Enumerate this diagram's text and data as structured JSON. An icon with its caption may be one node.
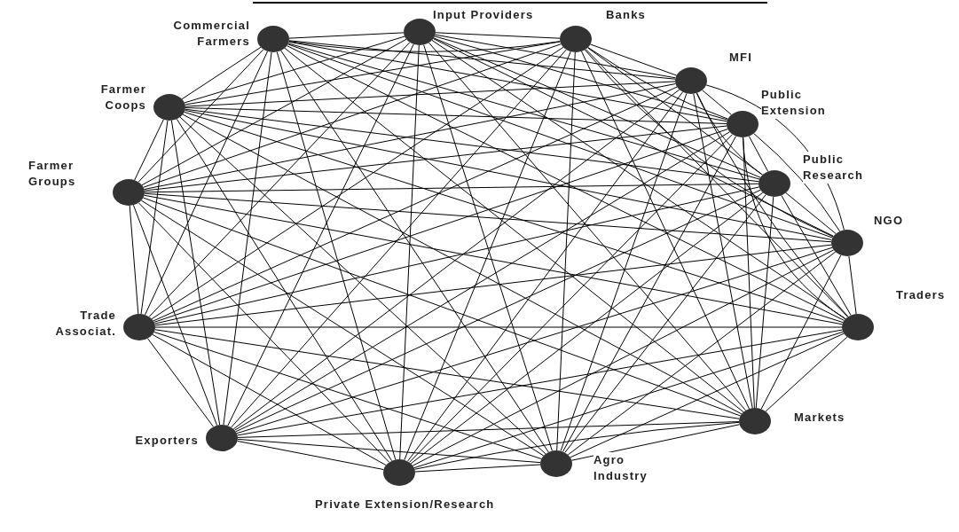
{
  "diagram": {
    "nodes": [
      {
        "text": [],
        "shape": "circle",
        "beside": [
          "Commercial Farmers"
        ]
      },
      {
        "text": [],
        "shape": "circle",
        "beside": [
          "Input Providers"
        ]
      },
      {
        "text": [],
        "shape": "circle",
        "beside": [
          "Banks"
        ]
      },
      {
        "text": [],
        "shape": "circle",
        "beside": [
          "MFI"
        ]
      },
      {
        "text": [],
        "shape": "circle",
        "beside": [
          "Public Extension"
        ]
      },
      {
        "text": [],
        "shape": "circle",
        "beside": [
          "Public Research"
        ]
      },
      {
        "text": [],
        "shape": "circle",
        "beside": [
          "NGO"
        ]
      },
      {
        "text": [],
        "shape": "circle",
        "beside": [
          "Traders"
        ]
      },
      {
        "text": [],
        "shape": "circle",
        "beside": [
          "Markets"
        ]
      },
      {
        "text": [],
        "shape": "circle",
        "beside": [
          "Agro Industry"
        ]
      },
      {
        "text": [],
        "shape": "circle",
        "beside": [
          "Private Extension/Research"
        ]
      },
      {
        "text": [],
        "shape": "circle",
        "beside": [
          "Exporters"
        ]
      },
      {
        "text": [],
        "shape": "circle",
        "beside": [
          "Trade Associat."
        ]
      },
      {
        "text": [],
        "shape": "circle",
        "beside": [
          "Farmer Groups"
        ]
      },
      {
        "text": [],
        "shape": "circle",
        "beside": [
          "Farmer Coops"
        ]
      }
    ],
    "edges": [
      {
        "from": 0,
        "to": 1,
        "arrow": "none"
      },
      {
        "from": 0,
        "to": 2,
        "arrow": "none"
      },
      {
        "from": 0,
        "to": 3,
        "arrow": "none"
      },
      {
        "from": 0,
        "to": 4,
        "arrow": "none"
      },
      {
        "from": 0,
        "to": 5,
        "arrow": "none"
      },
      {
        "from": 0,
        "to": 6,
        "arrow": "none"
      },
      {
        "from": 0,
        "to": 7,
        "arrow": "none"
      },
      {
        "from": 0,
        "to": 8,
        "arrow": "none"
      },
      {
        "from": 0,
        "to": 9,
        "arrow": "none"
      },
      {
        "from": 0,
        "to": 10,
        "arrow": "none"
      },
      {
        "from": 0,
        "to": 11,
        "arrow": "none"
      },
      {
        "from": 0,
        "to": 12,
        "arrow": "none"
      },
      {
        "from": 0,
        "to": 13,
        "arrow": "none"
      },
      {
        "from": 0,
        "to": 14,
        "arrow": "none"
      },
      {
        "from": 1,
        "to": 2,
        "arrow": "none"
      },
      {
        "from": 1,
        "to": 3,
        "arrow": "none"
      },
      {
        "from": 1,
        "to": 4,
        "arrow": "none"
      },
      {
        "from": 1,
        "to": 5,
        "arrow": "none"
      },
      {
        "from": 1,
        "to": 6,
        "arrow": "none"
      },
      {
        "from": 1,
        "to": 7,
        "arrow": "none"
      },
      {
        "from": 1,
        "to": 8,
        "arrow": "none"
      },
      {
        "from": 1,
        "to": 9,
        "arrow": "none"
      },
      {
        "from": 1,
        "to": 10,
        "arrow": "none"
      },
      {
        "from": 1,
        "to": 11,
        "arrow": "none"
      },
      {
        "from": 1,
        "to": 12,
        "arrow": "none"
      },
      {
        "from": 1,
        "to": 13,
        "arrow": "none"
      },
      {
        "from": 1,
        "to": 14,
        "arrow": "none"
      },
      {
        "from": 2,
        "to": 3,
        "arrow": "none"
      },
      {
        "from": 2,
        "to": 4,
        "arrow": "none"
      },
      {
        "from": 2,
        "to": 5,
        "arrow": "none"
      },
      {
        "from": 2,
        "to": 6,
        "arrow": "none"
      },
      {
        "from": 2,
        "to": 7,
        "arrow": "none"
      },
      {
        "from": 2,
        "to": 8,
        "arrow": "none"
      },
      {
        "from": 2,
        "to": 9,
        "arrow": "none"
      },
      {
        "from": 2,
        "to": 10,
        "arrow": "none"
      },
      {
        "from": 2,
        "to": 11,
        "arrow": "none"
      },
      {
        "from": 2,
        "to": 12,
        "arrow": "none"
      },
      {
        "from": 2,
        "to": 13,
        "arrow": "none"
      },
      {
        "from": 2,
        "to": 14,
        "arrow": "none"
      },
      {
        "from": 3,
        "to": 4,
        "arrow": "none"
      },
      {
        "from": 3,
        "to": 5,
        "arrow": "none"
      },
      {
        "from": 3,
        "to": 6,
        "arrow": "none"
      },
      {
        "from": 3,
        "to": 7,
        "arrow": "none"
      },
      {
        "from": 3,
        "to": 8,
        "arrow": "none"
      },
      {
        "from": 3,
        "to": 9,
        "arrow": "none"
      },
      {
        "from": 3,
        "to": 10,
        "arrow": "none"
      },
      {
        "from": 3,
        "to": 11,
        "arrow": "none"
      },
      {
        "from": 3,
        "to": 12,
        "arrow": "none"
      },
      {
        "from": 3,
        "to": 13,
        "arrow": "none"
      },
      {
        "from": 3,
        "to": 14,
        "arrow": "none"
      },
      {
        "from": 4,
        "to": 5,
        "arrow": "none"
      },
      {
        "from": 4,
        "to": 6,
        "arrow": "none"
      },
      {
        "from": 4,
        "to": 7,
        "arrow": "none"
      },
      {
        "from": 4,
        "to": 8,
        "arrow": "none"
      },
      {
        "from": 4,
        "to": 9,
        "arrow": "none"
      },
      {
        "from": 4,
        "to": 10,
        "arrow": "none"
      },
      {
        "from": 4,
        "to": 11,
        "arrow": "none"
      },
      {
        "from": 4,
        "to": 12,
        "arrow": "none"
      },
      {
        "from": 4,
        "to": 13,
        "arrow": "none"
      },
      {
        "from": 4,
        "to": 14,
        "arrow": "none"
      },
      {
        "from": 5,
        "to": 6,
        "arrow": "none"
      },
      {
        "from": 5,
        "to": 7,
        "arrow": "none"
      },
      {
        "from": 5,
        "to": 8,
        "arrow": "none"
      },
      {
        "from": 5,
        "to": 9,
        "arrow": "none"
      },
      {
        "from": 5,
        "to": 10,
        "arrow": "none"
      },
      {
        "from": 5,
        "to": 11,
        "arrow": "none"
      },
      {
        "from": 5,
        "to": 12,
        "arrow": "none"
      },
      {
        "from": 5,
        "to": 13,
        "arrow": "none"
      },
      {
        "from": 5,
        "to": 14,
        "arrow": "none"
      },
      {
        "from": 6,
        "to": 7,
        "arrow": "none"
      },
      {
        "from": 6,
        "to": 8,
        "arrow": "none"
      },
      {
        "from": 6,
        "to": 9,
        "arrow": "none"
      },
      {
        "from": 6,
        "to": 10,
        "arrow": "none"
      },
      {
        "from": 6,
        "to": 11,
        "arrow": "none"
      },
      {
        "from": 6,
        "to": 12,
        "arrow": "none"
      },
      {
        "from": 6,
        "to": 13,
        "arrow": "none"
      },
      {
        "from": 6,
        "to": 14,
        "arrow": "none"
      },
      {
        "from": 7,
        "to": 8,
        "arrow": "none"
      },
      {
        "from": 7,
        "to": 9,
        "arrow": "none"
      },
      {
        "from": 7,
        "to": 10,
        "arrow": "none"
      },
      {
        "from": 7,
        "to": 11,
        "arrow": "none"
      },
      {
        "from": 7,
        "to": 12,
        "arrow": "none"
      },
      {
        "from": 7,
        "to": 13,
        "arrow": "none"
      },
      {
        "from": 7,
        "to": 14,
        "arrow": "none"
      },
      {
        "from": 8,
        "to": 9,
        "arrow": "none"
      },
      {
        "from": 8,
        "to": 10,
        "arrow": "none"
      },
      {
        "from": 8,
        "to": 11,
        "arrow": "none"
      },
      {
        "from": 8,
        "to": 12,
        "arrow": "none"
      },
      {
        "from": 8,
        "to": 13,
        "arrow": "none"
      },
      {
        "from": 8,
        "to": 14,
        "arrow": "none"
      },
      {
        "from": 9,
        "to": 10,
        "arrow": "none"
      },
      {
        "from": 9,
        "to": 11,
        "arrow": "none"
      },
      {
        "from": 9,
        "to": 12,
        "arrow": "none"
      },
      {
        "from": 9,
        "to": 13,
        "arrow": "none"
      },
      {
        "from": 9,
        "to": 14,
        "arrow": "none"
      },
      {
        "from": 10,
        "to": 11,
        "arrow": "none"
      },
      {
        "from": 10,
        "to": 12,
        "arrow": "none"
      },
      {
        "from": 10,
        "to": 13,
        "arrow": "none"
      },
      {
        "from": 10,
        "to": 14,
        "arrow": "none"
      },
      {
        "from": 11,
        "to": 12,
        "arrow": "none"
      },
      {
        "from": 11,
        "to": 13,
        "arrow": "none"
      },
      {
        "from": 11,
        "to": 14,
        "arrow": "none"
      },
      {
        "from": 12,
        "to": 13,
        "arrow": "none"
      },
      {
        "from": 12,
        "to": 14,
        "arrow": "none"
      },
      {
        "from": 13,
        "to": 14,
        "arrow": "none"
      }
    ]
  }
}
